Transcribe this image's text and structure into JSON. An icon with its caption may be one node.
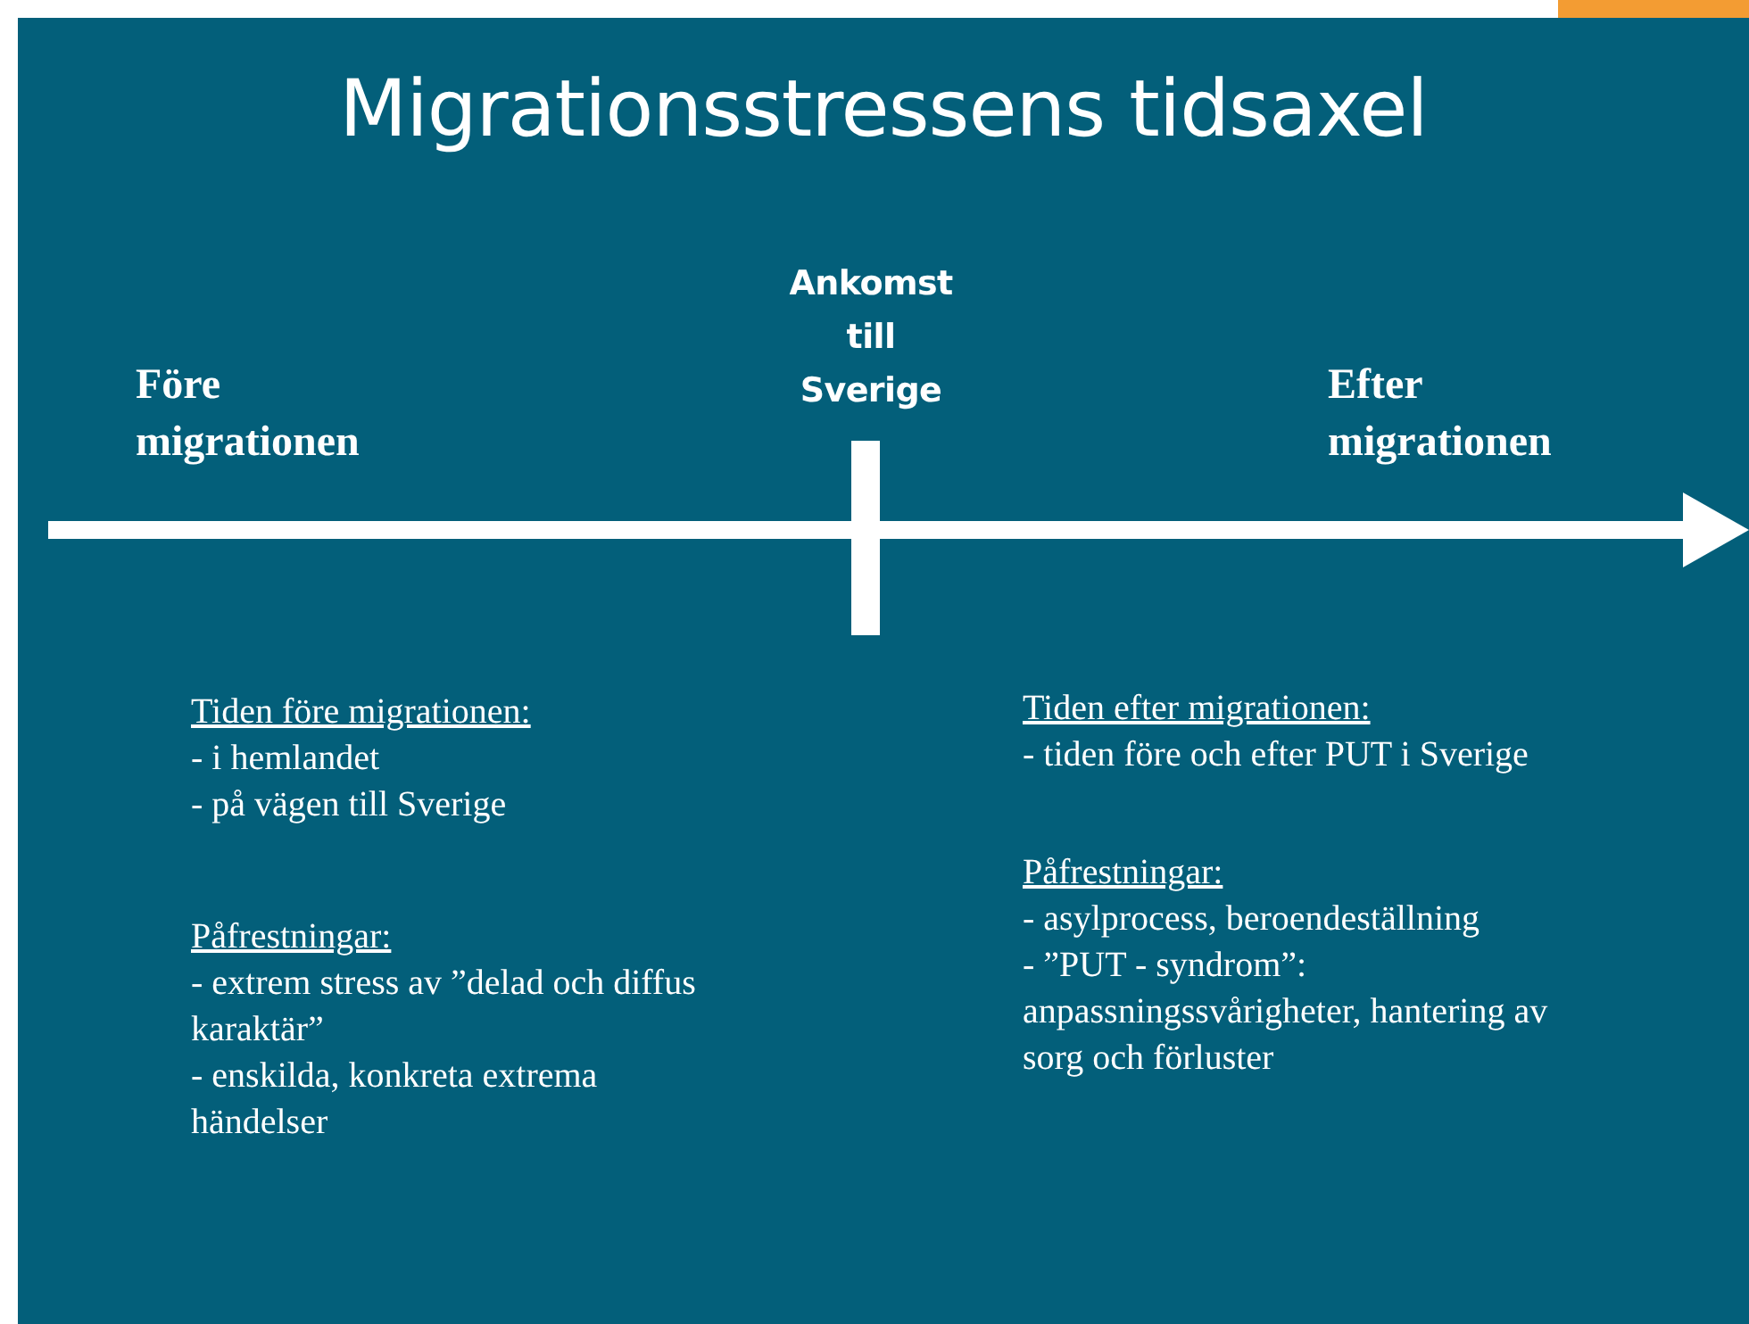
{
  "diagram": {
    "title": "Migrationsstressens tidsaxel",
    "labels": [
      "Före migrationen",
      "Ankomst till Sverige",
      "Efter migrationen",
      "Tiden före migrationen:",
      "- i hemlandet",
      "- på vägen till Sverige",
      "Påfrestningar:",
      "- extrem stress av ”delad och diffus karaktär”",
      "- enskilda, konkreta extrema händelser",
      "Tiden efter migrationen:",
      "- tiden före och efter PUT i Sverige",
      "Påfrestningar:",
      "- asylprocess, beroendeställning",
      "- ”PUT - syndrom”: anpassningssvårigheter, hantering av sorg och förluster"
    ]
  }
}
